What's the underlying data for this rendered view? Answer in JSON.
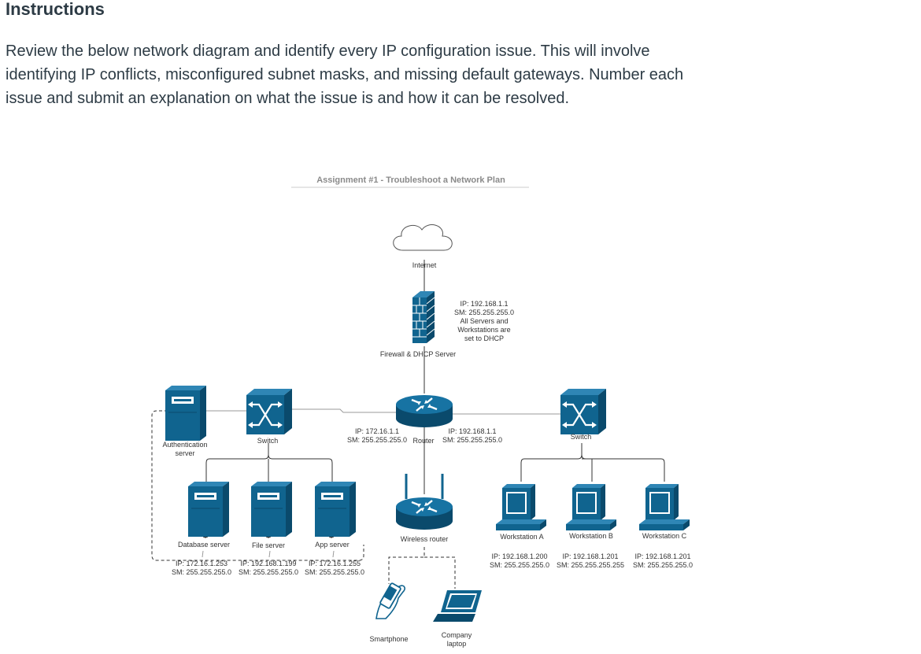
{
  "instructions": {
    "heading": "Instructions",
    "lines": [
      "Review the below network diagram and identify every IP configuration issue. This will involve",
      "identifying IP conflicts, misconfigured subnet masks, and missing default gateways. Number each",
      "issue and submit an explanation on what the issue is and how it can be resolved."
    ]
  },
  "diagram": {
    "title": "Assignment #1 - Troubleshoot a Network Plan",
    "internet": "Internet",
    "firewall": {
      "label": "Firewall & DHCP Server",
      "note": [
        "IP: 192.168.1.1",
        "SM: 255.255.255.0",
        "All Servers and",
        "Workstations are",
        "set to DHCP"
      ]
    },
    "router": {
      "label": "Router",
      "left_ip": "IP: 172.16.1.1",
      "left_sm": "SM: 255.255.255.0",
      "right_ip": "IP: 192.168.1.1",
      "right_sm": "SM: 255.255.255.0"
    },
    "switch_left": "Switch",
    "switch_right": "Switch",
    "auth_server": [
      "Authentication",
      "server"
    ],
    "servers": [
      {
        "label": "Database server",
        "ip": "IP: 172.16.1.253",
        "sm": "SM: 255.255.255.0"
      },
      {
        "label": "File server",
        "ip": "IP: 192.168.1.199",
        "sm": "SM: 255.255.255.0"
      },
      {
        "label": "App server",
        "ip": "IP: 172.16.1.255",
        "sm": "SM: 255.255.255.0"
      }
    ],
    "wireless_router": "Wireless router",
    "smartphone": "Smartphone",
    "laptop": [
      "Company",
      "laptop"
    ],
    "workstations": [
      {
        "label": "Workstation A",
        "ip": "IP: 192.168.1.200",
        "sm": "SM: 255.255.255.0"
      },
      {
        "label": "Workstation B",
        "ip": "IP: 192.168.1.201",
        "sm": "SM: 255.255.255.255"
      },
      {
        "label": "Workstation C",
        "ip": "IP: 192.168.1.201",
        "sm": "SM: 255.255.255.0"
      }
    ]
  },
  "colors": {
    "device": "#10648f",
    "device_dark": "#0a4a6c",
    "text": "#2d3b45"
  }
}
